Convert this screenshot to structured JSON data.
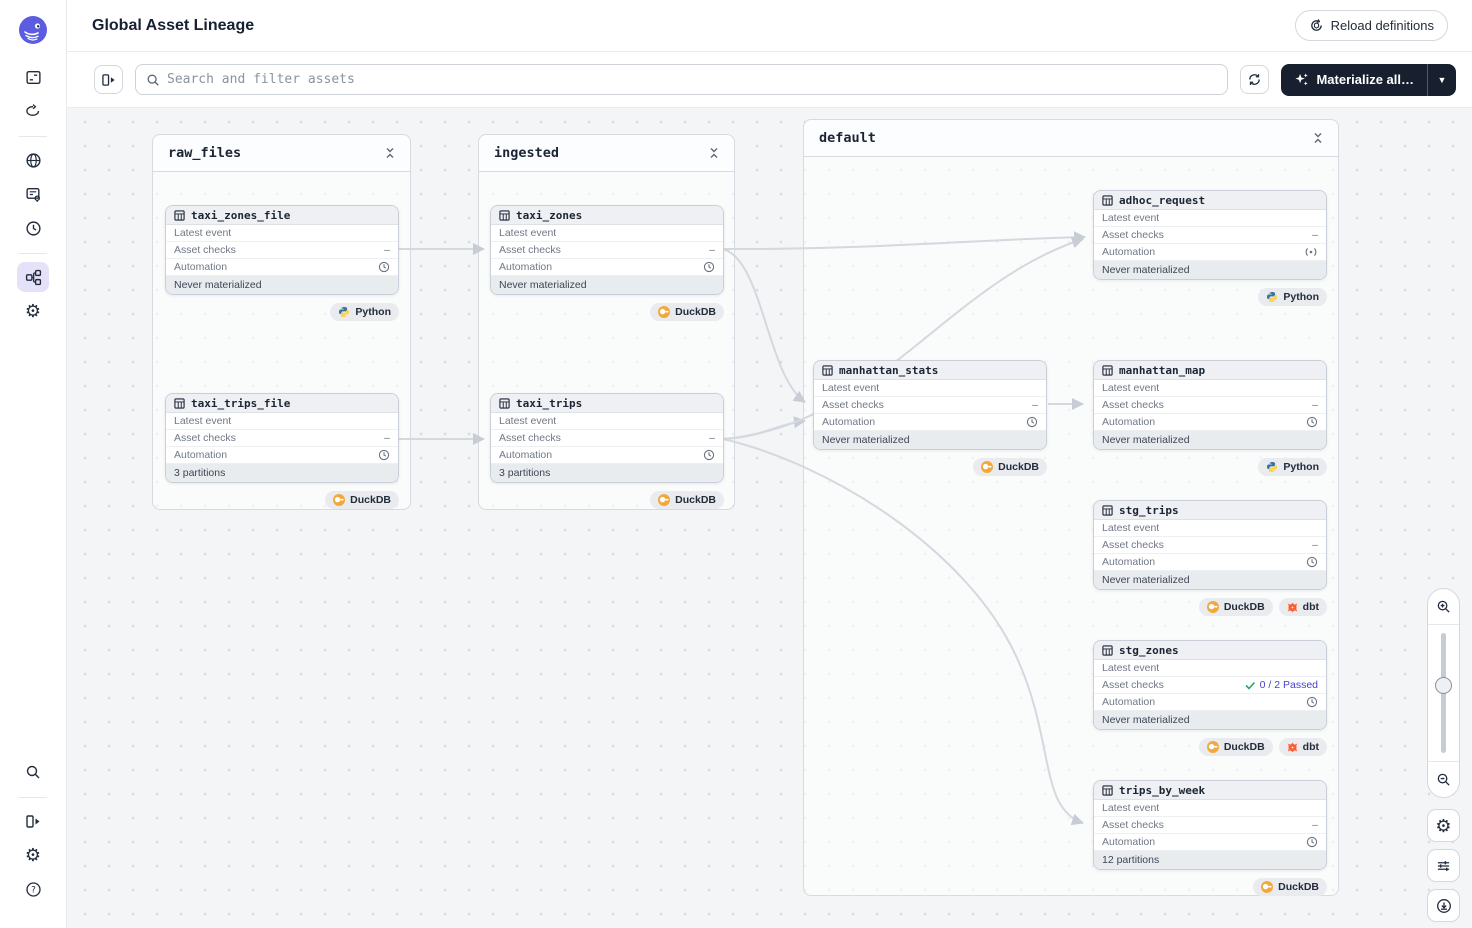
{
  "header": {
    "title": "Global Asset Lineage",
    "reload_button": "Reload definitions"
  },
  "toolbar": {
    "search_placeholder": "Search and filter assets",
    "materialize_button": "Materialize all…"
  },
  "row_labels": {
    "latest_event": "Latest event",
    "asset_checks": "Asset checks",
    "automation": "Automation"
  },
  "groups": [
    {
      "name": "raw_files"
    },
    {
      "name": "ingested"
    },
    {
      "name": "default"
    }
  ],
  "nodes": [
    {
      "name": "taxi_zones_file",
      "checks": "–",
      "footer": "Never materialized",
      "badges": [
        "Python"
      ]
    },
    {
      "name": "taxi_trips_file",
      "checks": "–",
      "footer": "3 partitions",
      "badges": [
        "DuckDB"
      ]
    },
    {
      "name": "taxi_zones",
      "checks": "–",
      "footer": "Never materialized",
      "badges": [
        "DuckDB"
      ]
    },
    {
      "name": "taxi_trips",
      "checks": "–",
      "footer": "3 partitions",
      "badges": [
        "DuckDB"
      ]
    },
    {
      "name": "adhoc_request",
      "checks": "–",
      "footer": "Never materialized",
      "badges": [
        "Python"
      ]
    },
    {
      "name": "manhattan_stats",
      "checks": "–",
      "footer": "Never materialized",
      "badges": [
        "DuckDB"
      ]
    },
    {
      "name": "manhattan_map",
      "checks": "–",
      "footer": "Never materialized",
      "badges": [
        "Python"
      ]
    },
    {
      "name": "stg_trips",
      "checks": "–",
      "footer": "Never materialized",
      "badges": [
        "DuckDB",
        "dbt"
      ]
    },
    {
      "name": "stg_zones",
      "checks": "0 / 2 Passed",
      "footer": "Never materialized",
      "badges": [
        "DuckDB",
        "dbt"
      ]
    },
    {
      "name": "trips_by_week",
      "checks": "–",
      "footer": "12 partitions",
      "badges": [
        "DuckDB"
      ]
    }
  ],
  "colors": {
    "accent_purple": "#5B5CE2",
    "dark_button": "#18202f",
    "edge": "#d4d8df",
    "check_green": "#1fa971",
    "checks_passed_text": "#4643c9",
    "python_blue": "#3b72a4",
    "python_yellow": "#ffd343",
    "duckdb_yellow": "#f2a93b",
    "dbt_orange": "#ff5c35"
  },
  "icons": [
    "dagster-logo",
    "overview-icon",
    "runs-icon",
    "deployment-icon",
    "jobs-icon",
    "schedules-icon",
    "lineage-icon",
    "settings-icon",
    "search-icon",
    "panel-expand-icon",
    "help-icon",
    "reload-icon",
    "refresh-icon",
    "sparkle-icon",
    "caret-down-icon",
    "collapse-icon",
    "table-icon",
    "clock-icon",
    "sensor-icon",
    "check-icon",
    "zoom-in-icon",
    "zoom-out-icon",
    "gear-icon",
    "filter-sliders-icon",
    "download-icon"
  ]
}
